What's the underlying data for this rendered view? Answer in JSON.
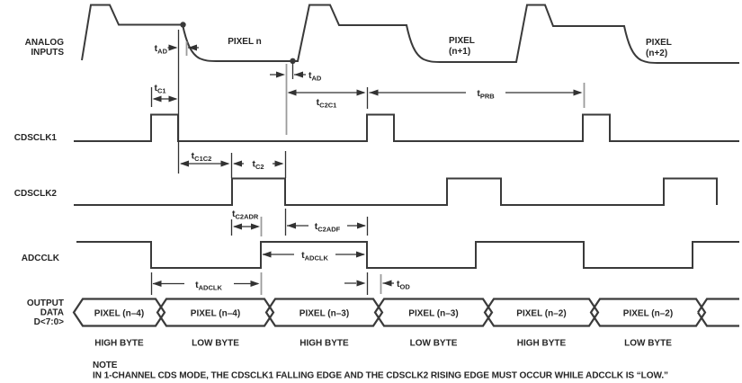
{
  "colors": {
    "background": "#ffffff",
    "line": "#3a3a3a",
    "gray_tick": "#9b9b9b",
    "text": "#252525"
  },
  "labels": {
    "analog_inputs": [
      "ANALOG",
      "INPUTS"
    ],
    "cdsclk1": "CDSCLK1",
    "cdsclk2": "CDSCLK2",
    "adcclk": "ADCCLK",
    "output_data": [
      "OUTPUT",
      "DATA",
      "D<7:0>"
    ]
  },
  "analog_pixels": {
    "pixel_n": "PIXEL n",
    "pixel_n1": [
      "PIXEL",
      "(n+1)"
    ],
    "pixel_n2": [
      "PIXEL",
      "(n+2)"
    ]
  },
  "timing": {
    "ad": {
      "base": "t",
      "sub": "AD"
    },
    "c1": {
      "base": "t",
      "sub": "C1"
    },
    "c1c2": {
      "base": "t",
      "sub": "C1C2"
    },
    "c2": {
      "base": "t",
      "sub": "C2"
    },
    "c2c1": {
      "base": "t",
      "sub": "C2C1"
    },
    "prb": {
      "base": "t",
      "sub": "PRB"
    },
    "c2adr": {
      "base": "t",
      "sub": "C2ADR"
    },
    "c2adf": {
      "base": "t",
      "sub": "C2ADF"
    },
    "adclk": {
      "base": "t",
      "sub": "ADCLK"
    },
    "od": {
      "base": "t",
      "sub": "OD"
    }
  },
  "output_bus": {
    "cells": [
      {
        "pixel": "PIXEL (n–4)",
        "byte": "HIGH BYTE"
      },
      {
        "pixel": "PIXEL (n–4)",
        "byte": "LOW BYTE"
      },
      {
        "pixel": "PIXEL (n–3)",
        "byte": "HIGH BYTE"
      },
      {
        "pixel": "PIXEL (n–3)",
        "byte": "LOW BYTE"
      },
      {
        "pixel": "PIXEL (n–2)",
        "byte": "HIGH BYTE"
      },
      {
        "pixel": "PIXEL (n–2)",
        "byte": "LOW BYTE"
      }
    ]
  },
  "note": {
    "heading": "NOTE",
    "body": "IN 1-CHANNEL CDS MODE, THE CDSCLK1 FALLING EDGE AND THE CDSCLK2 RISING EDGE MUST OCCUR WHILE ADCCLK IS “LOW.”"
  }
}
